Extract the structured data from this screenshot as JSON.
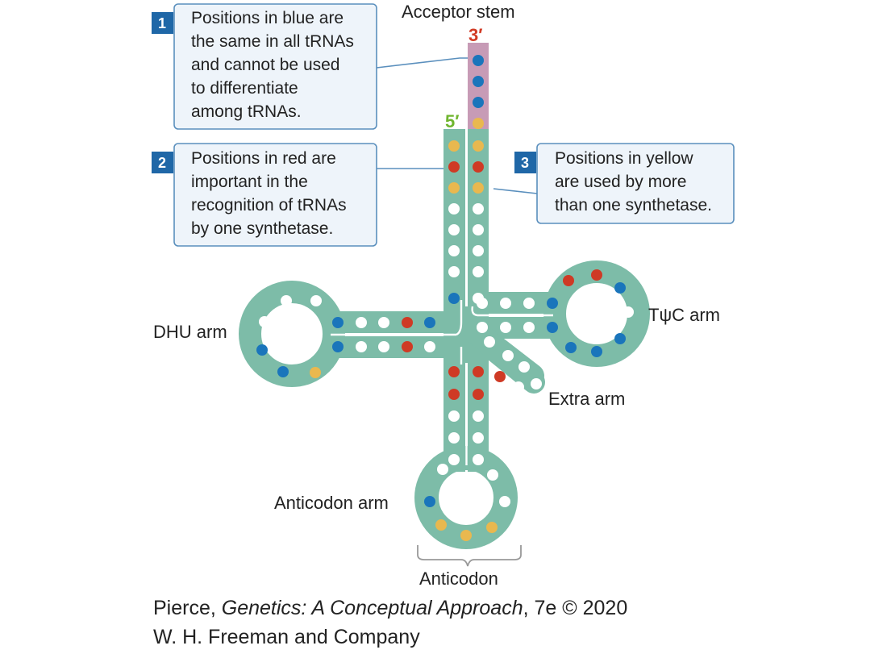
{
  "labels": {
    "acceptor_stem": "Acceptor stem",
    "three_prime": "3′",
    "five_prime": "5′",
    "dhu_arm": "DHU arm",
    "tpsic_arm": "TψC arm",
    "extra_arm": "Extra arm",
    "anticodon_arm": "Anticodon arm",
    "anticodon": "Anticodon"
  },
  "callouts": [
    {
      "number": "1",
      "lines": [
        "Positions in blue are",
        "the same in all tRNAs",
        "and cannot be used",
        "to differentiate",
        "among tRNAs."
      ]
    },
    {
      "number": "2",
      "lines": [
        "Positions in red are",
        "important in the",
        "recognition of tRNAs",
        "by one synthetase."
      ]
    },
    {
      "number": "3",
      "lines": [
        "Positions in yellow",
        "are used by more",
        "than one synthetase."
      ]
    }
  ],
  "credit": {
    "line1_prefix": "Pierce, ",
    "line1_title": "Genetics: A Conceptual Approach",
    "line1_suffix": ", 7e © 2020",
    "line2": "W. H. Freeman and Company"
  },
  "colors": {
    "body": "#7dbca8",
    "acceptor_end": "#c79bb6",
    "blue": "#1a75bb",
    "red": "#cf3a25",
    "yellow": "#e9b84f",
    "white": "#ffffff",
    "callout_border": "#5a8fbd",
    "callout_fill": "#eef4fa",
    "number_badge": "#1f67a7",
    "three_prime": "#d13a24",
    "five_prime": "#6fb52e"
  }
}
